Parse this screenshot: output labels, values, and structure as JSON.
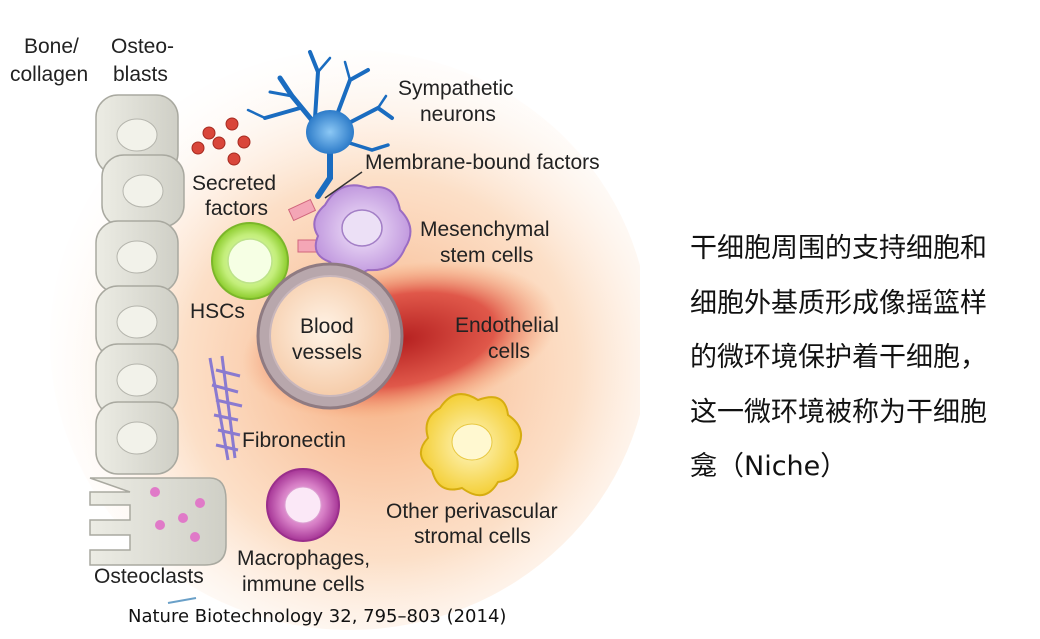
{
  "labels": {
    "bone_collagen_1": "Bone/",
    "bone_collagen_2": "collagen",
    "osteoblasts_1": "Osteo-",
    "osteoblasts_2": "blasts",
    "sympathetic_1": "Sympathetic",
    "sympathetic_2": "neurons",
    "membrane_bound": "Membrane-bound factors",
    "secreted_1": "Secreted",
    "secreted_2": "factors",
    "mesenchymal_1": "Mesenchymal",
    "mesenchymal_2": "stem cells",
    "hscs": "HSCs",
    "blood_1": "Blood",
    "blood_2": "vessels",
    "endothelial_1": "Endothelial",
    "endothelial_2": "cells",
    "fibronectin": "Fibronectin",
    "other_1": "Other perivascular",
    "other_2": "stromal cells",
    "osteoclasts": "Osteoclasts",
    "macrophages_1": "Macrophages,",
    "macrophages_2": "immune cells"
  },
  "citation": "Nature Biotechnology 32, 795–803 (2014)",
  "description_lines": [
    "干细胞周围的支持细胞和",
    "细胞外基质形成像摇篮样",
    "的微环境保护着干细胞，",
    "这一微环境被称为干细胞",
    "龛（Niche）"
  ],
  "colors": {
    "background_glow": "#f6a877",
    "neuron": "#2a7fd0",
    "msc": "#c9a6e3",
    "hsc": "#a8e04a",
    "blood_vessel": "#c0392b",
    "stromal": "#f5d63a",
    "macrophage": "#c050b0",
    "fibronectin": "#8a7ad0",
    "bone": "#dcdcd4",
    "factor_dots": "#d9463a"
  }
}
